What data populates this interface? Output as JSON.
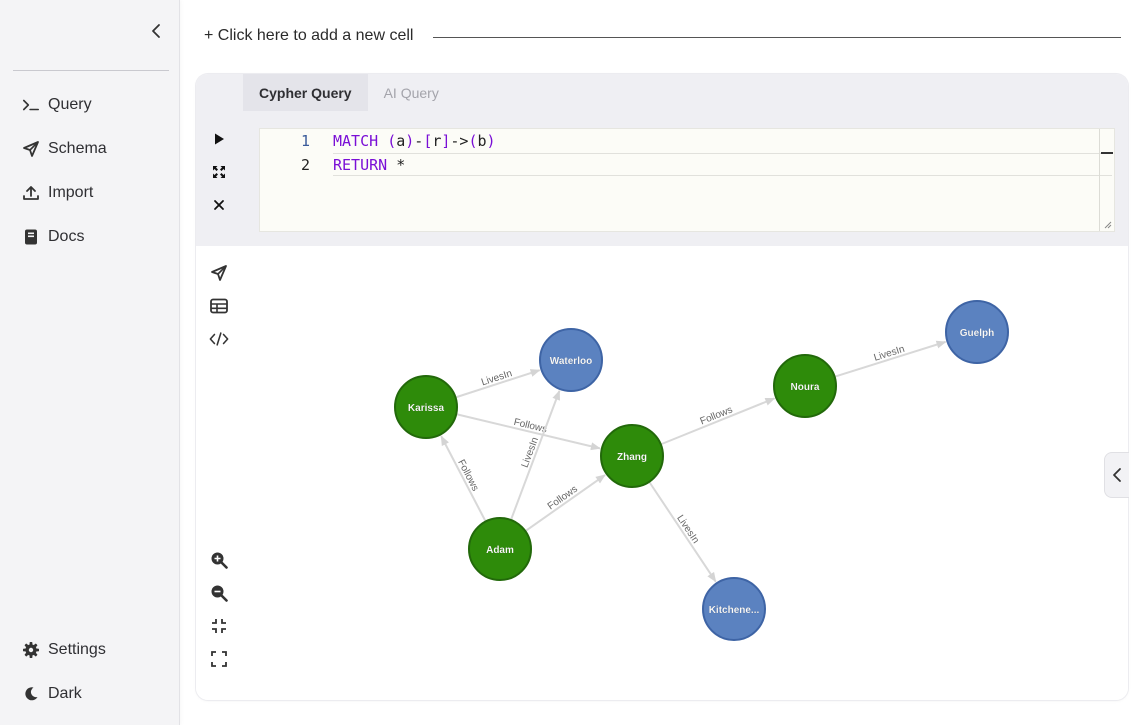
{
  "sidebar": {
    "items": [
      {
        "label": "Query",
        "icon": "terminal-icon"
      },
      {
        "label": "Schema",
        "icon": "send-icon"
      },
      {
        "label": "Import",
        "icon": "upload-icon"
      },
      {
        "label": "Docs",
        "icon": "book-icon"
      }
    ],
    "bottom": [
      {
        "label": "Settings",
        "icon": "gear-icon"
      },
      {
        "label": "Dark",
        "icon": "moon-icon"
      }
    ]
  },
  "main": {
    "add_cell_label": "+ Click here to add a new cell"
  },
  "cell": {
    "tabs": [
      {
        "label": "Cypher Query",
        "active": true
      },
      {
        "label": "AI Query",
        "active": false
      }
    ],
    "editor": {
      "line_numbers": [
        "1",
        "2"
      ],
      "lines": [
        [
          {
            "t": "MATCH ",
            "c": "kw"
          },
          {
            "t": "(",
            "c": "pn"
          },
          {
            "t": "a",
            "c": "id"
          },
          {
            "t": ")",
            "c": "pn"
          },
          {
            "t": "-",
            "c": "id"
          },
          {
            "t": "[",
            "c": "pn"
          },
          {
            "t": "r",
            "c": "id"
          },
          {
            "t": "]",
            "c": "pn"
          },
          {
            "t": "->",
            "c": "id"
          },
          {
            "t": "(",
            "c": "pn"
          },
          {
            "t": "b",
            "c": "id"
          },
          {
            "t": ")",
            "c": "pn"
          }
        ],
        [
          {
            "t": "RETURN ",
            "c": "kw"
          },
          {
            "t": "*",
            "c": "id"
          }
        ]
      ]
    }
  },
  "graph": {
    "colors": {
      "person": "#2e8b0a",
      "person_stroke": "#22690a",
      "city": "#5b82c0",
      "city_stroke": "#3e64a5",
      "edge": "#d8d8d8",
      "label": "#666666"
    },
    "nodes": [
      {
        "id": "karissa",
        "label": "Karissa",
        "kind": "person"
      },
      {
        "id": "waterloo",
        "label": "Waterloo",
        "kind": "city"
      },
      {
        "id": "zhang",
        "label": "Zhang",
        "kind": "person"
      },
      {
        "id": "noura",
        "label": "Noura",
        "kind": "person"
      },
      {
        "id": "guelph",
        "label": "Guelph",
        "kind": "city"
      },
      {
        "id": "adam",
        "label": "Adam",
        "kind": "person"
      },
      {
        "id": "kitchener",
        "label": "Kitchene...",
        "kind": "city"
      }
    ],
    "edges": [
      {
        "from": "karissa",
        "to": "waterloo",
        "label": "LivesIn"
      },
      {
        "from": "karissa",
        "to": "zhang",
        "label": "Follows"
      },
      {
        "from": "adam",
        "to": "karissa",
        "label": "Follows"
      },
      {
        "from": "adam",
        "to": "waterloo",
        "label": "LivesIn"
      },
      {
        "from": "adam",
        "to": "zhang",
        "label": "Follows"
      },
      {
        "from": "zhang",
        "to": "noura",
        "label": "Follows"
      },
      {
        "from": "noura",
        "to": "guelph",
        "label": "LivesIn"
      },
      {
        "from": "zhang",
        "to": "kitchener",
        "label": "LivesIn"
      }
    ]
  }
}
